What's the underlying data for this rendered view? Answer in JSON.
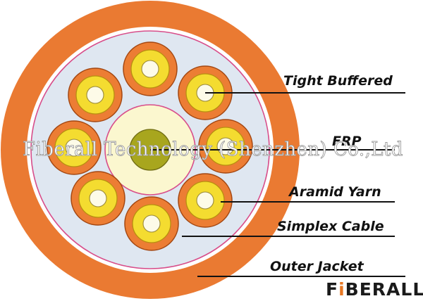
{
  "labels": {
    "tight_buffered": "Tight Buffered",
    "frp": "FRP",
    "aramid_yarn": "Aramid Yarn",
    "simplex_cable": "Simplex Cable",
    "outer_jacket": "Outer Jacket"
  },
  "watermark": "Fiberall Technology (Shenzhen) Co.,Ltd",
  "logo": {
    "prefix": "F",
    "accent": "i",
    "rest": "BERALL"
  },
  "colors": {
    "jacket": "#ea7a32",
    "filler": "#dfe7f1",
    "ring": "#d84e8a",
    "simplex": "#ec7d34",
    "buffer": "#f4dc30",
    "fiber": "#fdfbe8",
    "frp": "#a8a61e",
    "frp_bg": "#fbf7cf",
    "logo": "#1a1a1a",
    "logo_accent": "#e87722"
  }
}
